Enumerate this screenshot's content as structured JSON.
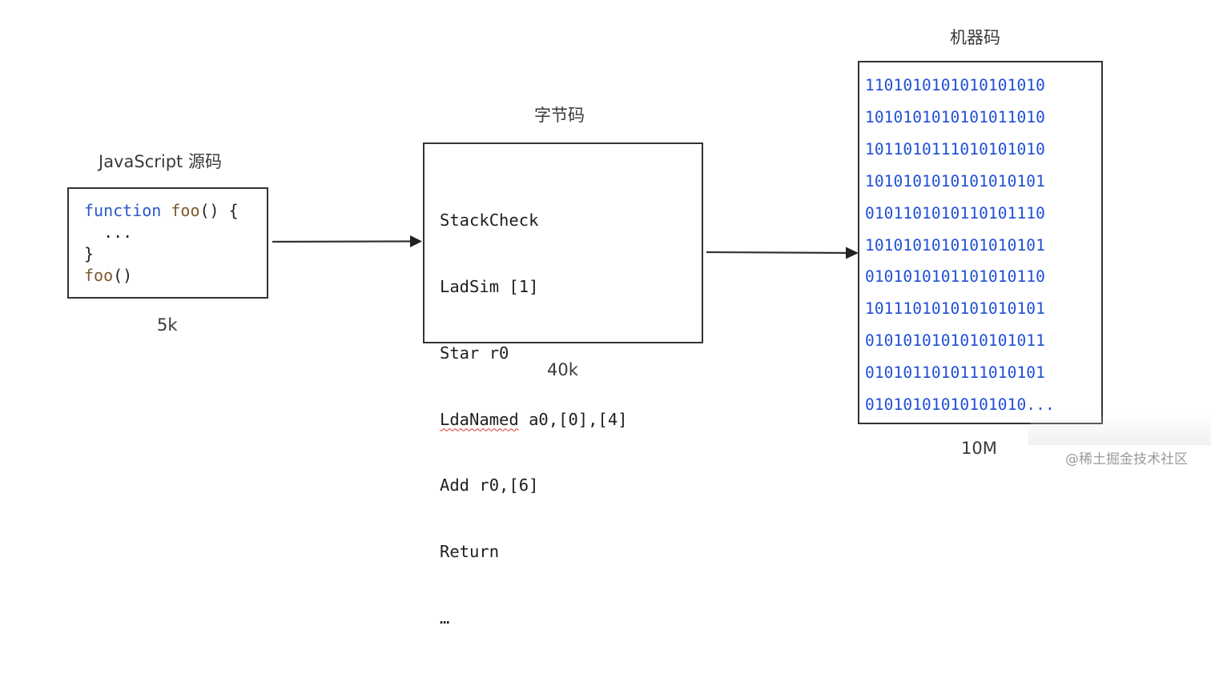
{
  "js": {
    "title": "JavaScript 源码",
    "size": "5k",
    "code": {
      "line1_keyword": "function",
      "line1_name": "foo",
      "line1_rest": "() {",
      "line2": "  ...",
      "line3": "}",
      "line4_name": "foo",
      "line4_rest": "()"
    }
  },
  "bytecode": {
    "title": "字节码",
    "size": "40k",
    "lines": {
      "l1": "StackCheck",
      "l2": "LadSim [1]",
      "l3": "Star r0",
      "l4_op": "LdaNamed",
      "l4_args": " a0,[0],[4]",
      "l5": "Add r0,[6]",
      "l6": "Return",
      "l7": "…"
    }
  },
  "machine": {
    "title": "机器码",
    "size": "10M",
    "lines": [
      "1101010101010101010",
      "1010101010101011010",
      "1011010111010101010",
      "1010101010101010101",
      "0101101010110101110",
      "1010101010101010101",
      "0101010101101010110",
      "1011101010101010101",
      "0101010101010101011",
      "0101011010111010101",
      "01010101010101010..."
    ]
  },
  "watermark": "@稀土掘金技术社区",
  "colors": {
    "keyword": "#2a56c6",
    "function_name": "#7a5a2e",
    "machine_code": "#1f4fd6",
    "border": "#333333"
  }
}
